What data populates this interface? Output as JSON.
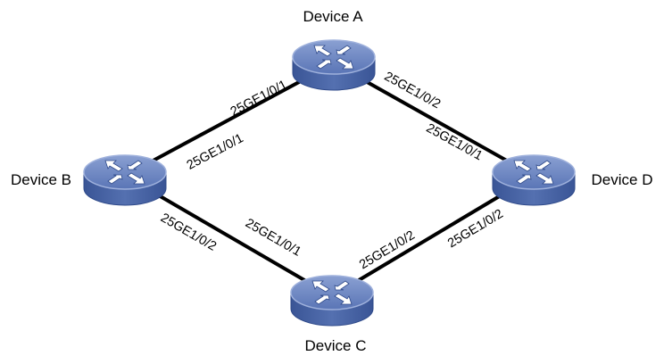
{
  "colors": {
    "device_top": "#5a75b6",
    "device_top_light": "#7f97cc",
    "device_side": "#3f5a9c",
    "device_rim": "#9fb1dc",
    "arrow": "#ffffff",
    "link": "#000000"
  },
  "devices": {
    "a": {
      "label": "Device A",
      "icon": "switch-icon"
    },
    "b": {
      "label": "Device B",
      "icon": "switch-icon"
    },
    "c": {
      "label": "Device C",
      "icon": "switch-icon"
    },
    "d": {
      "label": "Device D",
      "icon": "switch-icon"
    }
  },
  "links": {
    "a_b": {
      "a_port": "25GE1/0/1",
      "b_port": "25GE1/0/1"
    },
    "a_d": {
      "a_port": "25GE1/0/2",
      "d_port": "25GE1/0/1"
    },
    "b_c": {
      "b_port": "25GE1/0/2",
      "c_port": "25GE1/0/1"
    },
    "c_d": {
      "c_port": "25GE1/0/2",
      "d_port": "25GE1/0/2"
    }
  }
}
